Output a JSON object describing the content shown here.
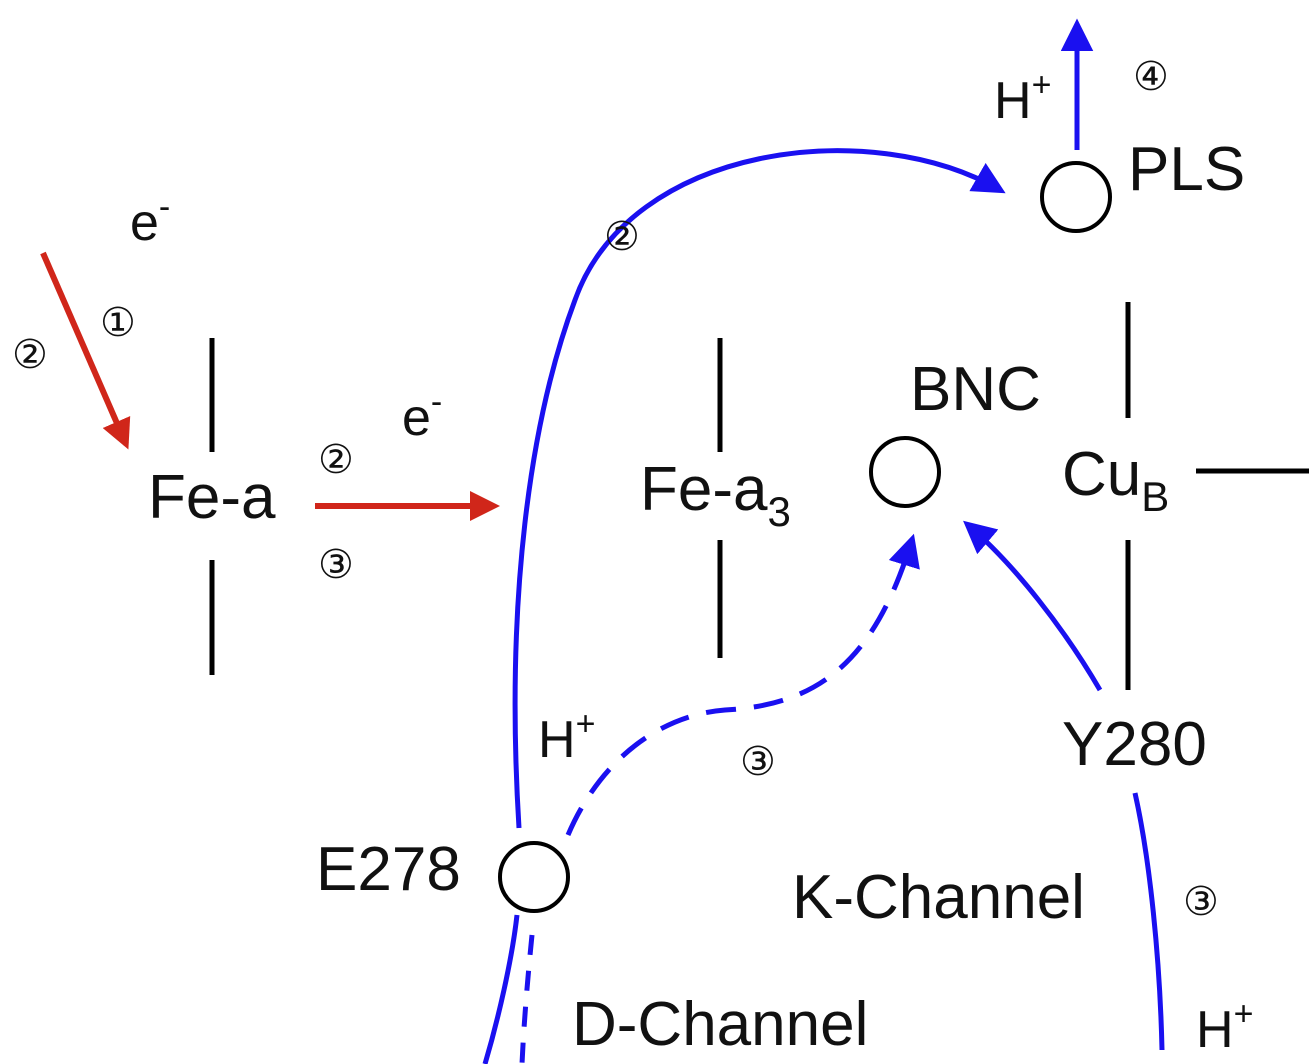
{
  "colors": {
    "electron_path": "#d0261a",
    "proton_path": "#1a10f0",
    "lines": "#000000"
  },
  "labels": {
    "electron_top": {
      "base": "e",
      "sup": "-"
    },
    "electron_mid": {
      "base": "e",
      "sup": "-"
    },
    "fe_a": "Fe-a",
    "fe_a3": {
      "base": "Fe-a",
      "sub": "3"
    },
    "bnc": "BNC",
    "cub": {
      "base": "Cu",
      "sub": "B"
    },
    "pls": "PLS",
    "y280": "Y280",
    "e278": "E278",
    "k_channel": "K-Channel",
    "d_channel": "D-Channel",
    "proton_top": {
      "base": "H",
      "sup": "+"
    },
    "proton_mid": {
      "base": "H",
      "sup": "+"
    },
    "proton_bottom": {
      "base": "H",
      "sup": "+"
    }
  },
  "steps": {
    "one_left": "①",
    "two_left": "②",
    "two_mid": "②",
    "three_mid": "③",
    "two_arc": "②",
    "four_top": "④",
    "three_dashed": "③",
    "three_k": "③"
  }
}
